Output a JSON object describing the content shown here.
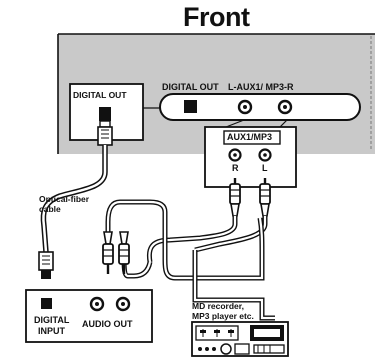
{
  "title": "Front",
  "unit_panel": {
    "digital_out": "DIGITAL OUT",
    "aux_label": "L-AUX1/ MP3-R"
  },
  "left_jack": {
    "label": "DIGITAL OUT"
  },
  "aux_box": {
    "title": "AUX1/MP3",
    "right": "R",
    "left": "L"
  },
  "cable_label": [
    "Optical-fiber",
    "cable"
  ],
  "device_box": {
    "digital_input": [
      "DIGITAL",
      "INPUT"
    ],
    "audio_out": "AUDIO OUT"
  },
  "player_caption": [
    "MD recorder,",
    "MP3 player etc."
  ],
  "colors": {
    "panel": "#c9c9c9",
    "line": "#111111",
    "background": "#ffffff"
  }
}
